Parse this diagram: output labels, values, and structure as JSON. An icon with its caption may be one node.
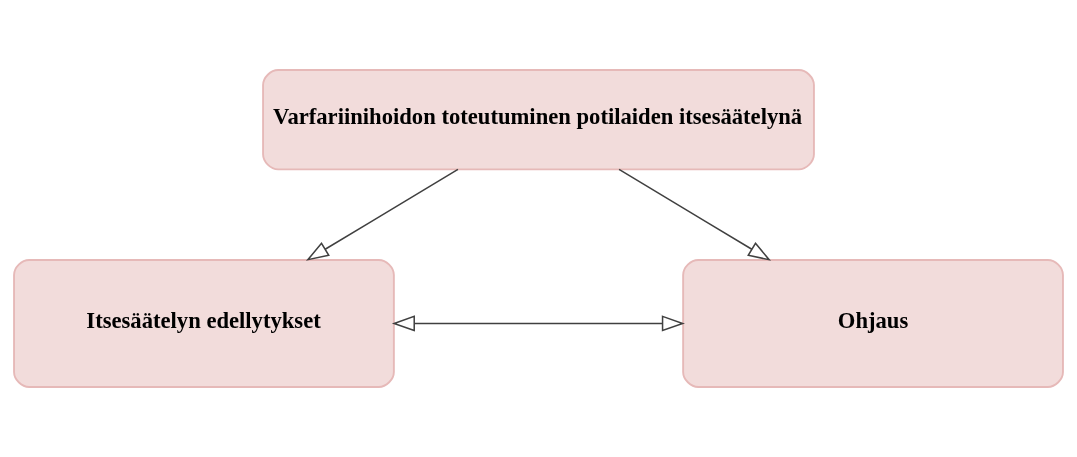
{
  "diagram": {
    "nodes": [
      {
        "text": [
          "Varfariinihoidon toteutuminen potilaiden itsesäätelynä"
        ]
      },
      {
        "text": [
          "Itsesäätelyn edellytykset"
        ]
      },
      {
        "text": [
          "Ohjaus"
        ]
      }
    ],
    "edges": [
      {
        "from": 0,
        "to": 1,
        "arrow": "to"
      },
      {
        "from": 0,
        "to": 2,
        "arrow": "to"
      },
      {
        "from": 1,
        "to": 2,
        "arrow": "both"
      }
    ]
  }
}
